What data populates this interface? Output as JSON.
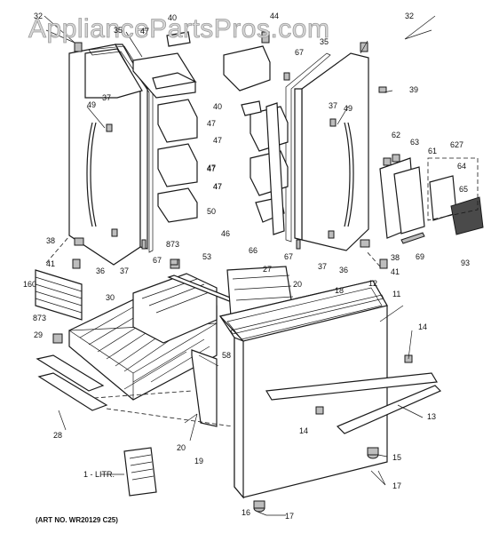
{
  "watermark": "AppliancePartsPros.com",
  "art_number": "(ART NO. WR20129 C25)",
  "callouts": {
    "c1_litr": "1 - LITR.",
    "c11": "11",
    "c12": "12",
    "c13": "13",
    "c14a": "14",
    "c14b": "14",
    "c15": "15",
    "c16": "16",
    "c17a": "17",
    "c17b": "17",
    "c18": "18",
    "c19": "19",
    "c20a": "20",
    "c20b": "20",
    "c27": "27",
    "c28": "28",
    "c29": "29",
    "c30": "30",
    "c32a": "32",
    "c32b": "32",
    "c35a": "35",
    "c35b": "35",
    "c36a": "36",
    "c36b": "36",
    "c37a": "37",
    "c37b": "37",
    "c37c": "37",
    "c37d": "37",
    "c38a": "38",
    "c38b": "38",
    "c39": "39",
    "c40a": "40",
    "c40b": "40",
    "c41a": "41",
    "c41b": "41",
    "c44": "44",
    "c46": "46",
    "c47a": "47",
    "c47b": "47",
    "c47c": "47",
    "c47d": "47",
    "c47e": "47",
    "c47f": "47",
    "c47g": "47",
    "c49a": "49",
    "c49b": "49",
    "c50": "50",
    "c53": "53",
    "c58": "58",
    "c61": "61",
    "c62": "62",
    "c63": "63",
    "c64": "64",
    "c65": "65",
    "c66": "66",
    "c67a": "67",
    "c67b": "67",
    "c67c": "67",
    "c69": "69",
    "c93": "93",
    "c160": "160",
    "c627": "627",
    "c873a": "873",
    "c873b": "873"
  }
}
